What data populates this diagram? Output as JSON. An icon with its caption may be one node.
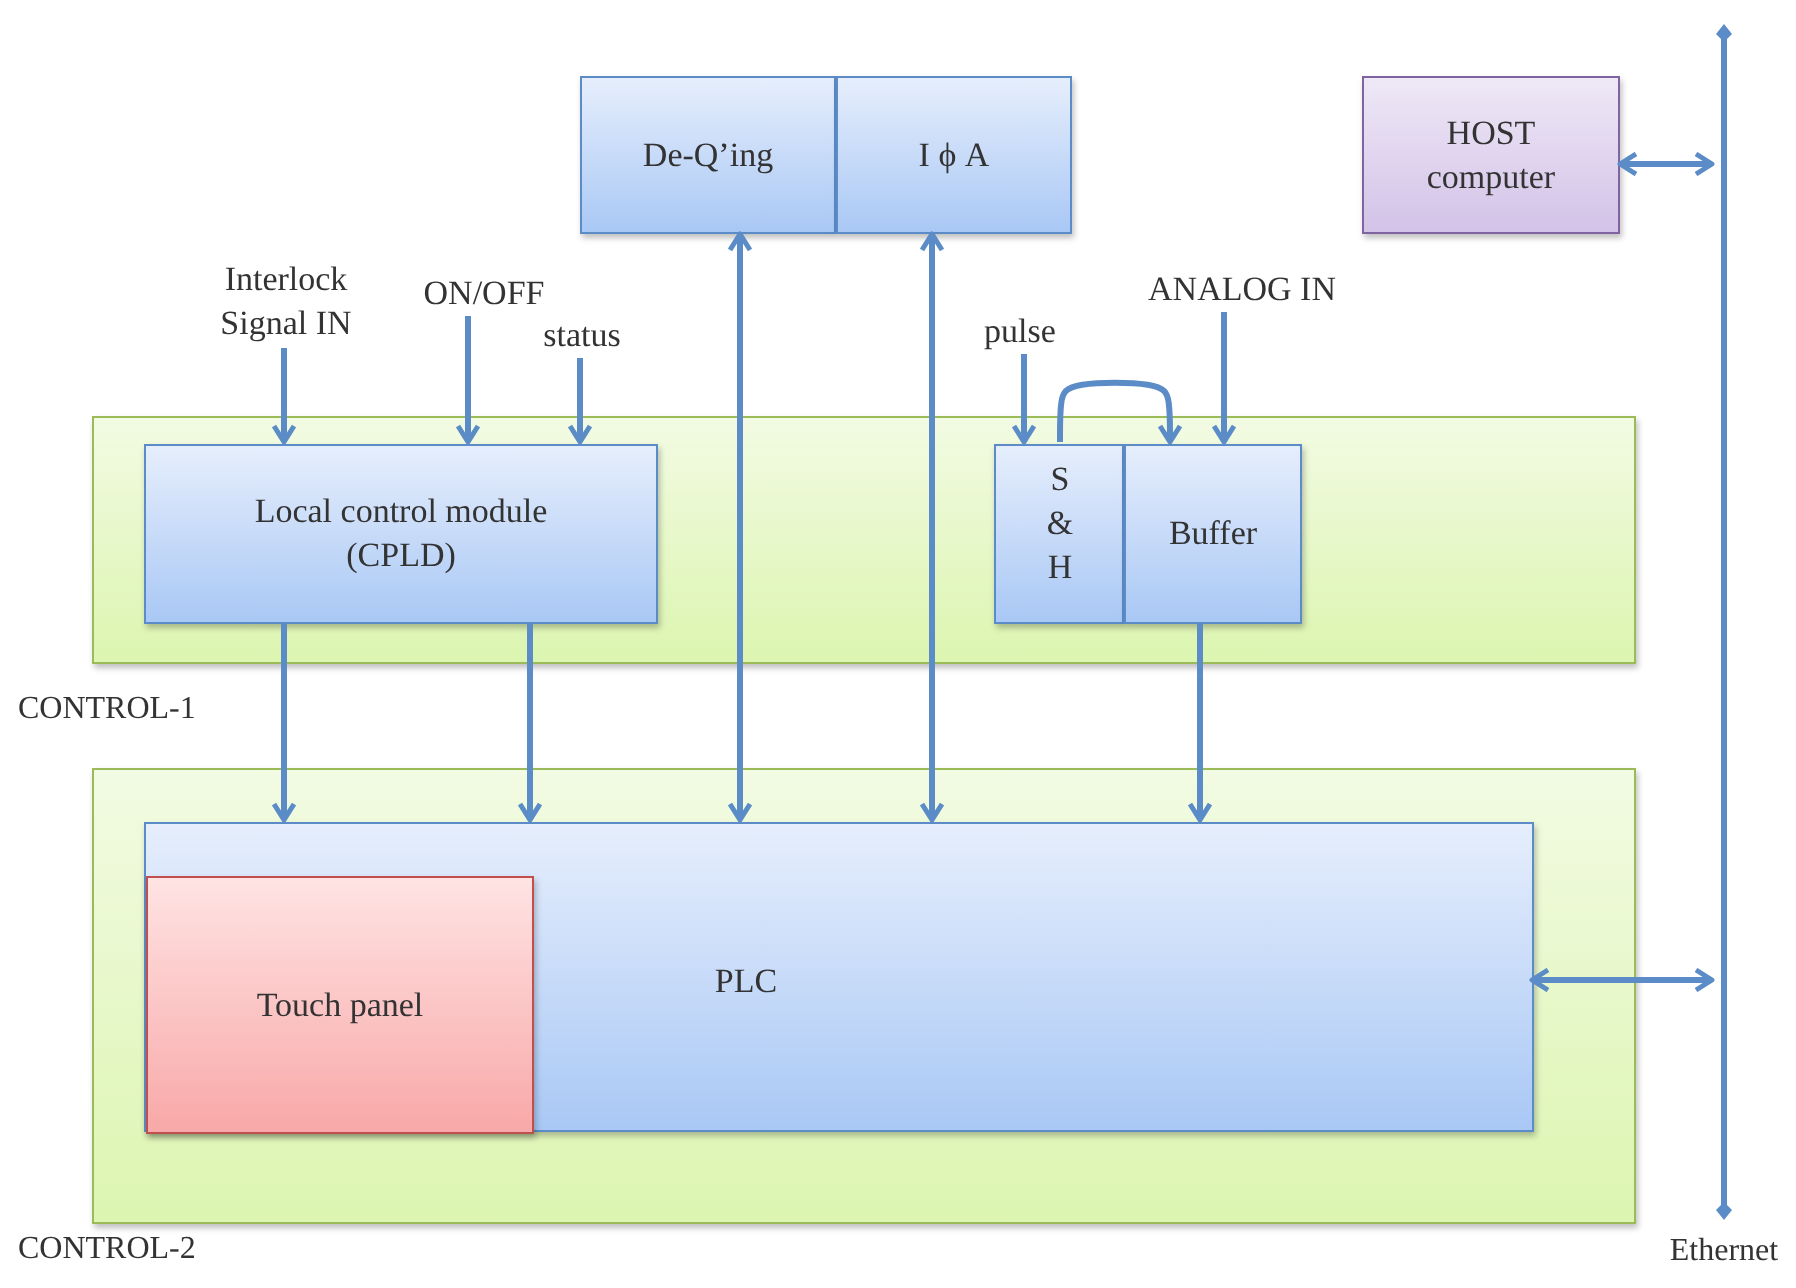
{
  "diagram": {
    "nodes": [
      {
        "text": [
          "CONTROL-1"
        ]
      },
      {
        "text": [
          "Local control module (CPLD)"
        ],
        "in": 0
      },
      {
        "text": [
          "S & H"
        ],
        "in": 0
      },
      {
        "text": [
          "Buffer"
        ],
        "in": 0
      },
      {
        "text": [
          "CONTROL-2"
        ]
      },
      {
        "text": [
          "PLC"
        ],
        "in": 4
      },
      {
        "text": [
          "Touch panel"
        ],
        "in": 5
      },
      {
        "text": [
          "De-Q’ing"
        ]
      },
      {
        "text": [
          "I ϕ A"
        ]
      },
      {
        "text": [
          "HOST computer"
        ]
      },
      {
        "text": [
          "Ethernet"
        ]
      },
      {
        "text": [
          "Interlock Signal IN"
        ]
      },
      {
        "text": [
          "ON/OFF"
        ]
      },
      {
        "text": [
          "status"
        ]
      },
      {
        "text": [
          "pulse"
        ]
      },
      {
        "text": [
          "ANALOG IN"
        ]
      }
    ],
    "edges": [
      {
        "from": 11,
        "to": 1,
        "arrow": "to"
      },
      {
        "from": 12,
        "to": 1,
        "arrow": "to"
      },
      {
        "from": 13,
        "to": 1,
        "arrow": "to"
      },
      {
        "from": 14,
        "to": 2,
        "arrow": "to"
      },
      {
        "from": 2,
        "to": 3,
        "arrow": "to"
      },
      {
        "from": 15,
        "to": 3,
        "arrow": "to"
      },
      {
        "from": 1,
        "to": 5,
        "arrow": "to"
      },
      {
        "from": 1,
        "to": 5,
        "arrow": "to"
      },
      {
        "from": 5,
        "to": 7,
        "arrow": "both"
      },
      {
        "from": 5,
        "to": 8,
        "arrow": "both"
      },
      {
        "from": 3,
        "to": 5,
        "arrow": "to"
      },
      {
        "from": 5,
        "to": 10,
        "arrow": "both"
      },
      {
        "from": 9,
        "to": 10,
        "arrow": "both"
      }
    ]
  }
}
